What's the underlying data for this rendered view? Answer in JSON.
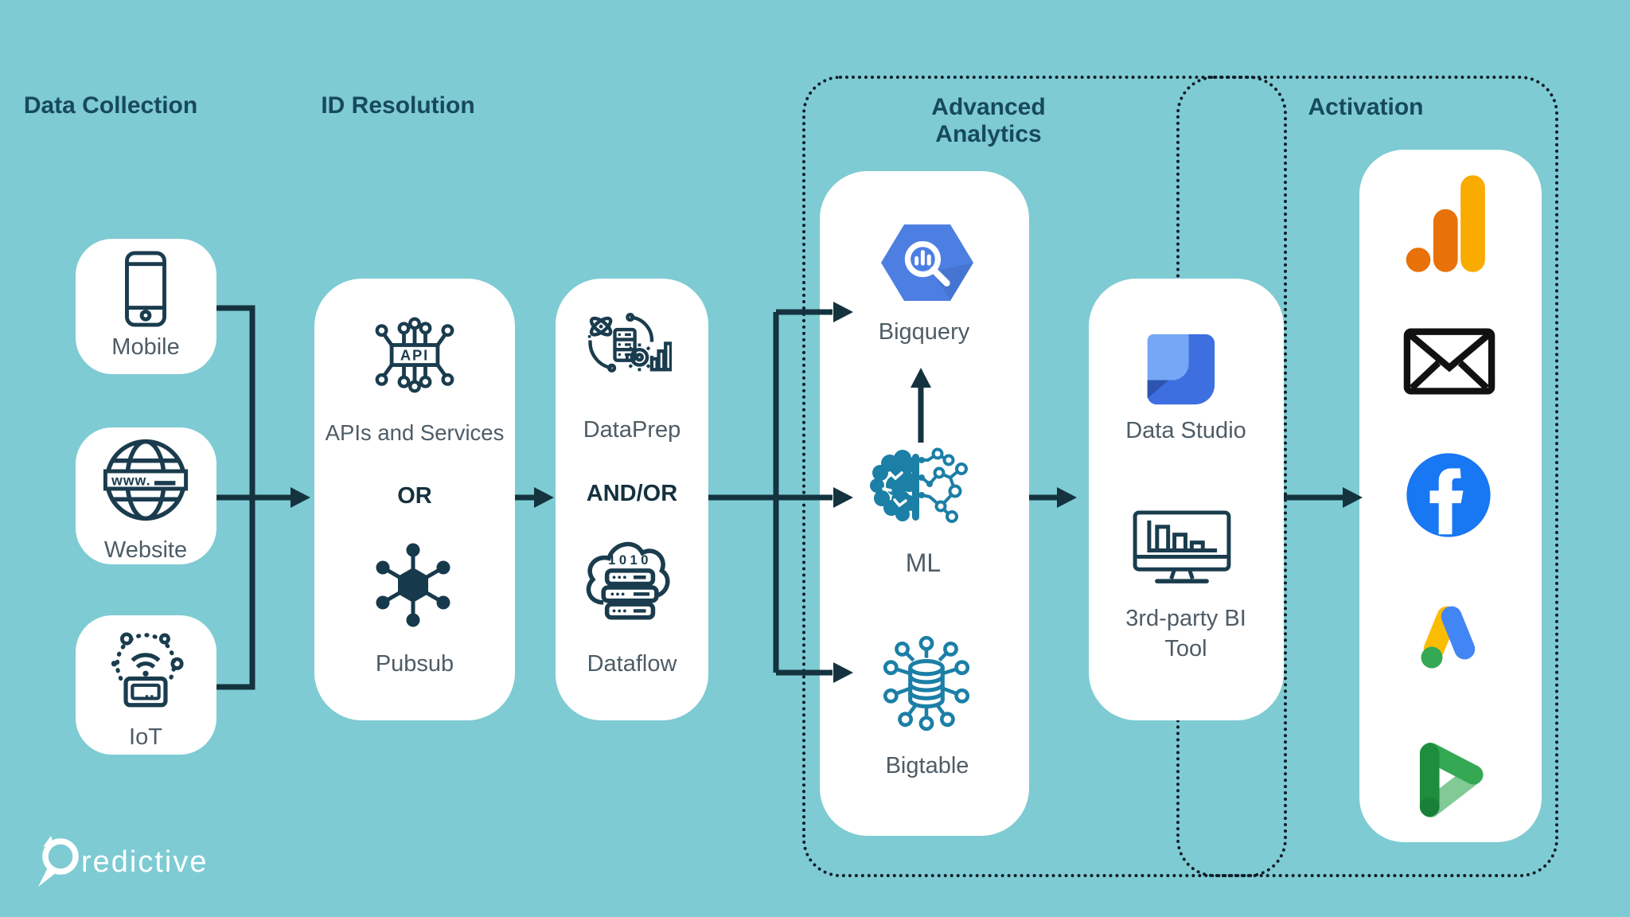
{
  "palette": {
    "background": "#7ecbd3",
    "card": "#ffffff",
    "connector": "#14333f",
    "dark_icon": "#1a3c4e",
    "header_text": "#17495c",
    "label_text": "#4e5c66",
    "operator_text": "#15313e",
    "dotted_border": "#0f1c26",
    "teal_icon": "#1b7fa6",
    "bigquery_blue": "#4d7fe3",
    "datastudio_dark": "#3e6fe0",
    "datastudio_light": "#74a7f5",
    "datastudio_fold": "#2f54b0",
    "ga_orange": "#e8710a",
    "ga_yellow": "#f9ab00",
    "facebook_blue": "#1877f2",
    "ads_yellow": "#fbbc04",
    "ads_blue": "#4285f4",
    "ads_green": "#34a853",
    "dv_dark": "#1e8e3e",
    "dv_mid": "#34a853",
    "dv_light": "#81c995",
    "logo_white": "#ffffff"
  },
  "headers": {
    "data_collection": "Data Collection",
    "id_resolution": "ID Resolution",
    "advanced_analytics": "Advanced Analytics",
    "activation": "Activation"
  },
  "collection": {
    "mobile": {
      "label": "Mobile",
      "icon": "smartphone-icon"
    },
    "website": {
      "label": "Website",
      "icon": "globe-www-icon",
      "icon_text": "www."
    },
    "iot": {
      "label": "IoT",
      "icon": "iot-device-icon"
    }
  },
  "resolution": {
    "apis": {
      "label": "APIs and Services",
      "icon": "api-chip-icon",
      "icon_text": "API"
    },
    "or_label": "OR",
    "pubsub": {
      "label": "Pubsub",
      "icon": "pubsub-node-icon"
    },
    "dataprep": {
      "label": "DataPrep",
      "icon": "dataprep-icon"
    },
    "andor_label": "AND/OR",
    "dataflow": {
      "label": "Dataflow",
      "icon": "dataflow-cloud-icon",
      "icon_text": "1010"
    }
  },
  "analytics": {
    "bigquery": {
      "label": "Bigquery",
      "icon": "bigquery-icon"
    },
    "ml": {
      "label": "ML",
      "icon": "ml-brain-icon"
    },
    "bigtable": {
      "label": "Bigtable",
      "icon": "bigtable-icon"
    }
  },
  "reporting": {
    "datastudio": {
      "label": "Data Studio",
      "icon": "data-studio-icon"
    },
    "bitool": {
      "label": "3rd-party BI Tool",
      "icon": "bi-monitor-icon"
    }
  },
  "activation": {
    "icons": [
      {
        "name": "google-analytics-icon"
      },
      {
        "name": "email-icon"
      },
      {
        "name": "facebook-icon"
      },
      {
        "name": "google-ads-icon"
      },
      {
        "name": "display-video-360-icon"
      }
    ]
  },
  "logo": {
    "text": "redictive"
  }
}
